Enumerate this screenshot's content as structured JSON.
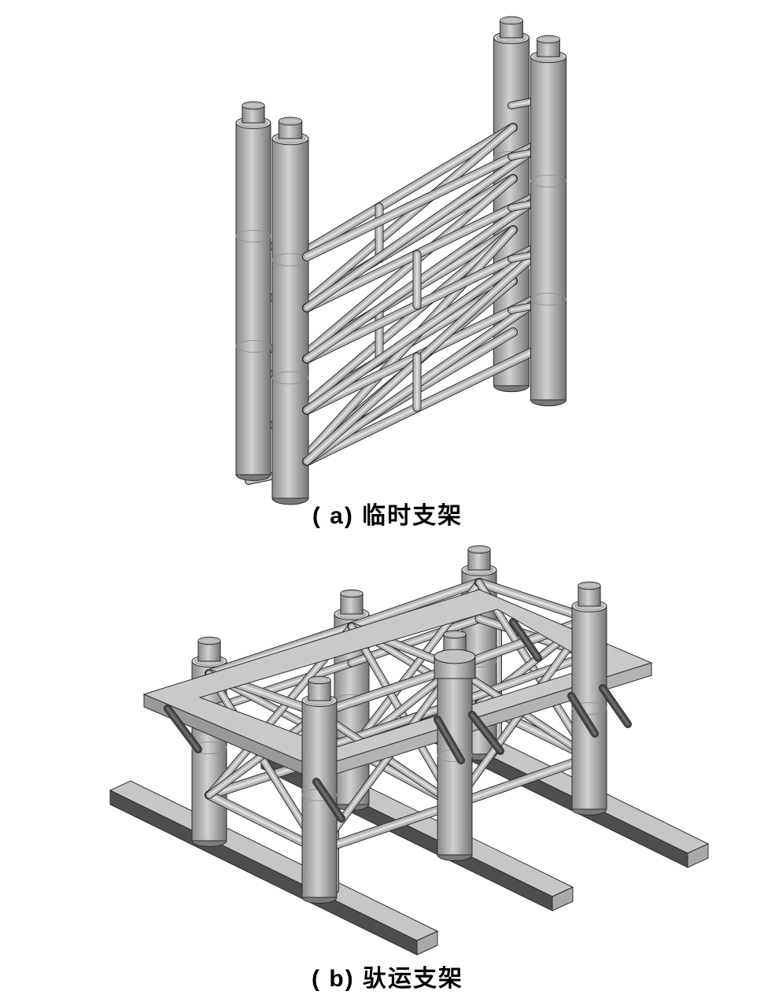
{
  "figure": {
    "subfigures": [
      {
        "id": "a",
        "caption": "( a) 临时支架"
      },
      {
        "id": "b",
        "caption": "( b) 驮运支架"
      }
    ]
  },
  "palette": {
    "background": "#ffffff",
    "outline": "#2d2d2d",
    "tube": "#b6b6b6",
    "tubeHi": "#dcdcdc",
    "topFace": "#d6d6d6",
    "topFace2": "#c2c2c2",
    "midLine": "#8f8f8f",
    "darkFace": "#7a7a7a",
    "beamTop": "#c6c6c6",
    "beamSide": "#4e4e4e",
    "beamEnd": "#a9a9a9",
    "plateTop": "#c9c9c9",
    "plateSideL": "#9a9a9a",
    "plateSideR": "#b3b3b3",
    "knee": "#4a4a4a",
    "kneeHi": "#6e6e6e",
    "captionColor": "#000000"
  }
}
